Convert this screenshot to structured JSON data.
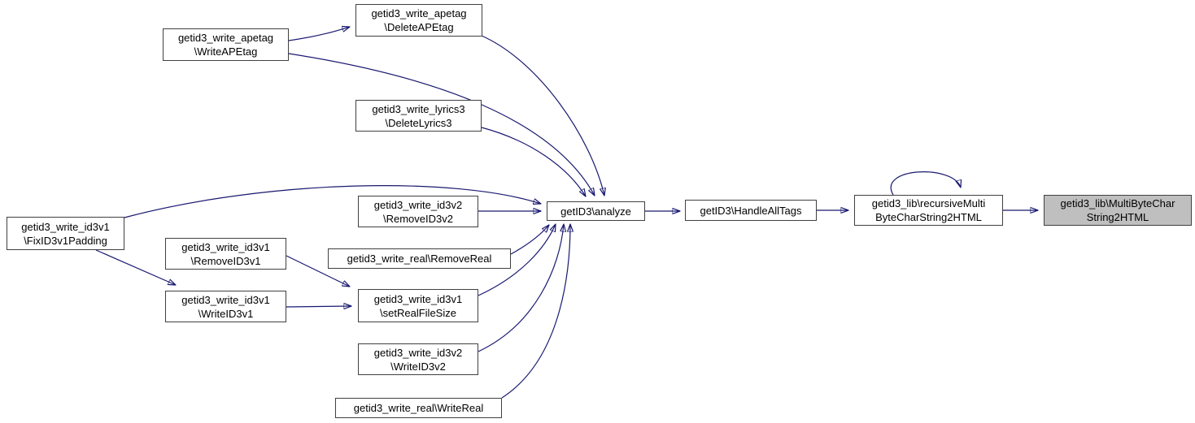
{
  "graph": {
    "kind": "doxygen-call-graph",
    "colors": {
      "edge": "#191970",
      "node_border": "#404040",
      "node_fill": "#ffffff",
      "highlight_fill": "#bfbfbf",
      "text": "#000000"
    },
    "nodes": [
      {
        "id": "DeleteAPEtag",
        "lines": [
          "getid3_write_apetag",
          "\\DeleteAPEtag"
        ]
      },
      {
        "id": "WriteAPEtag",
        "lines": [
          "getid3_write_apetag",
          "\\WriteAPEtag"
        ]
      },
      {
        "id": "DeleteLyrics3",
        "lines": [
          "getid3_write_lyrics3",
          "\\DeleteLyrics3"
        ]
      },
      {
        "id": "FixID3v1Padding",
        "lines": [
          "getid3_write_id3v1",
          "\\FixID3v1Padding"
        ]
      },
      {
        "id": "RemoveID3v2",
        "lines": [
          "getid3_write_id3v2",
          "\\RemoveID3v2"
        ]
      },
      {
        "id": "RemoveReal",
        "lines": [
          "getid3_write_real\\RemoveReal"
        ]
      },
      {
        "id": "RemoveID3v1",
        "lines": [
          "getid3_write_id3v1",
          "\\RemoveID3v1"
        ]
      },
      {
        "id": "WriteID3v1",
        "lines": [
          "getid3_write_id3v1",
          "\\WriteID3v1"
        ]
      },
      {
        "id": "setRealFileSize",
        "lines": [
          "getid3_write_id3v1",
          "\\setRealFileSize"
        ]
      },
      {
        "id": "WriteID3v2",
        "lines": [
          "getid3_write_id3v2",
          "\\WriteID3v2"
        ]
      },
      {
        "id": "WriteReal",
        "lines": [
          "getid3_write_real\\WriteReal"
        ]
      },
      {
        "id": "analyze",
        "lines": [
          "getID3\\analyze"
        ]
      },
      {
        "id": "HandleAllTags",
        "lines": [
          "getID3\\HandleAllTags"
        ]
      },
      {
        "id": "recursiveMultiByteCharString2HTML",
        "lines": [
          "getid3_lib\\recursiveMulti",
          "ByteCharString2HTML"
        ]
      },
      {
        "id": "MultiByteCharString2HTML",
        "lines": [
          "getid3_lib\\MultiByteChar",
          "String2HTML"
        ],
        "highlighted": true
      }
    ],
    "edges": [
      {
        "from": "WriteAPEtag",
        "to": "DeleteAPEtag"
      },
      {
        "from": "WriteAPEtag",
        "to": "analyze"
      },
      {
        "from": "DeleteAPEtag",
        "to": "analyze"
      },
      {
        "from": "DeleteLyrics3",
        "to": "analyze"
      },
      {
        "from": "FixID3v1Padding",
        "to": "analyze"
      },
      {
        "from": "FixID3v1Padding",
        "to": "WriteID3v1"
      },
      {
        "from": "RemoveID3v2",
        "to": "analyze"
      },
      {
        "from": "RemoveReal",
        "to": "analyze"
      },
      {
        "from": "RemoveID3v1",
        "to": "setRealFileSize"
      },
      {
        "from": "WriteID3v1",
        "to": "setRealFileSize"
      },
      {
        "from": "setRealFileSize",
        "to": "analyze"
      },
      {
        "from": "WriteID3v2",
        "to": "analyze"
      },
      {
        "from": "WriteReal",
        "to": "analyze"
      },
      {
        "from": "analyze",
        "to": "HandleAllTags"
      },
      {
        "from": "HandleAllTags",
        "to": "recursiveMultiByteCharString2HTML"
      },
      {
        "from": "recursiveMultiByteCharString2HTML",
        "to": "recursiveMultiByteCharString2HTML"
      },
      {
        "from": "recursiveMultiByteCharString2HTML",
        "to": "MultiByteCharString2HTML"
      }
    ]
  }
}
